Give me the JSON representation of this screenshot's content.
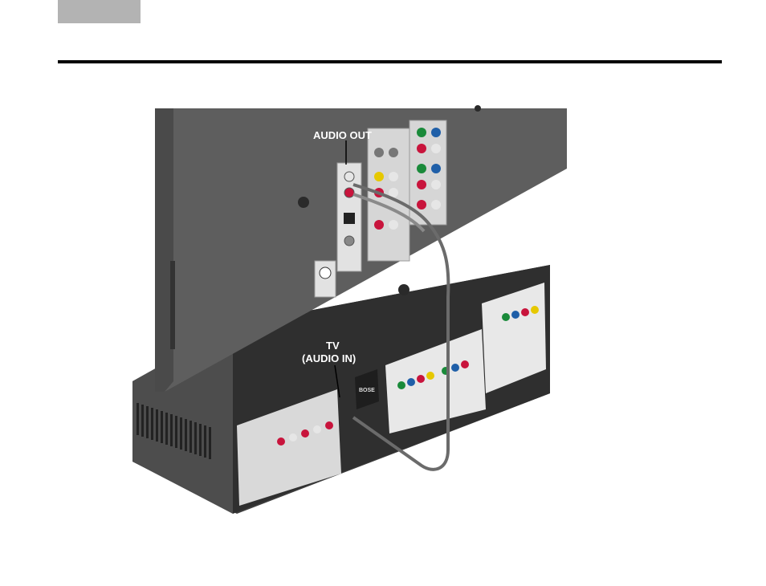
{
  "header": {
    "tab_color": "#b3b3b3",
    "rule_color": "#000000"
  },
  "diagram": {
    "callout_audio_out": "AUDIO OUT",
    "callout_tv_line1": "TV",
    "callout_tv_line2": "(AUDIO IN)",
    "brand_label": "BOSE",
    "tv_panel_color": "#5e5e5e",
    "console_color": "#4a4a4a",
    "cable_color": "#6b6b6b",
    "jack_colors": {
      "red": "#c8143c",
      "white": "#e6e6e6",
      "yellow": "#e6c800",
      "green": "#1a8a3a",
      "blue": "#1f5fa8"
    }
  }
}
